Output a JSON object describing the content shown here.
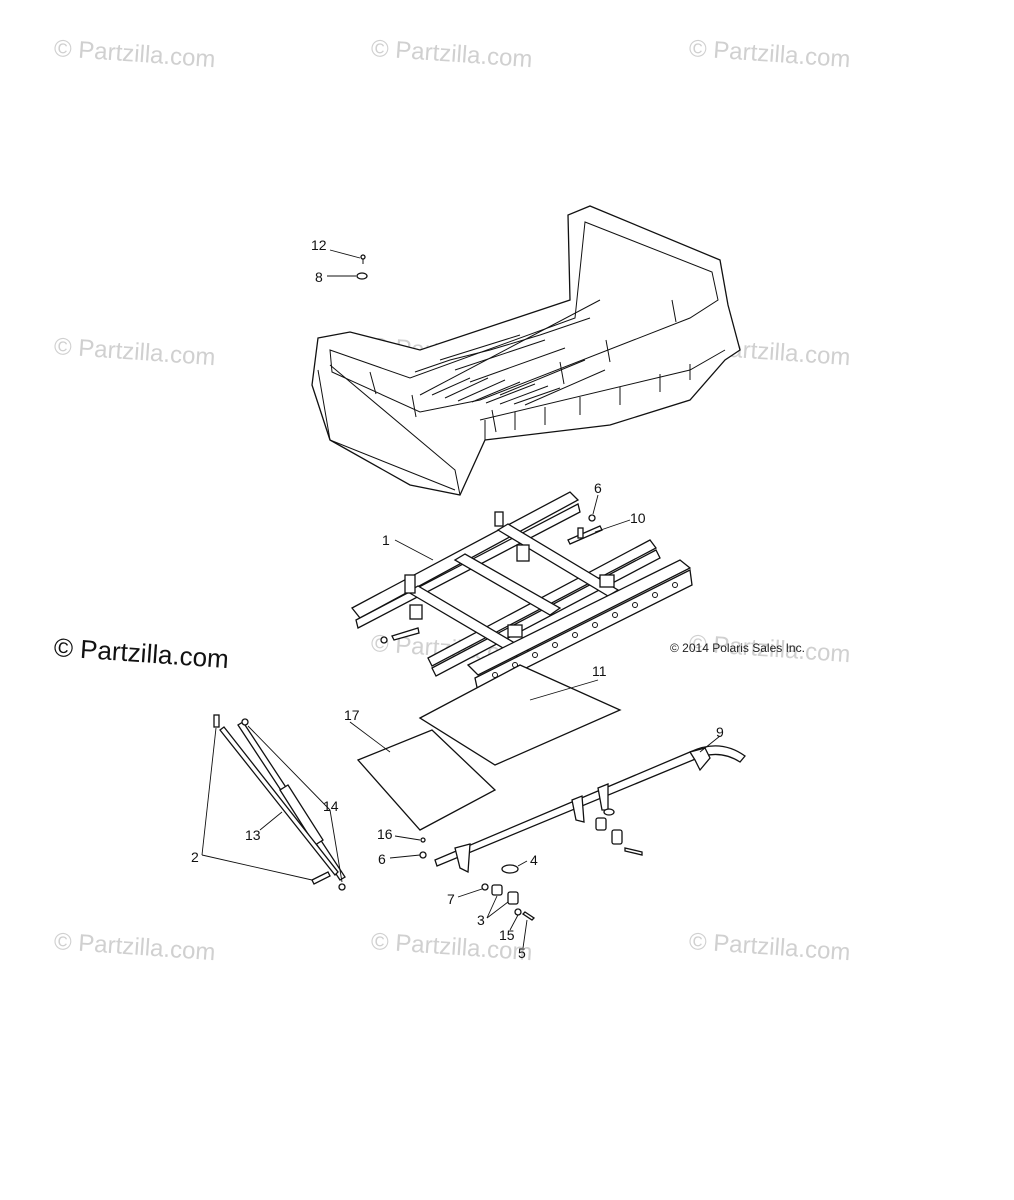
{
  "watermark": "© Partzilla.com",
  "watermark_main": "© Partzilla.com",
  "copyright": "© 2014 Polaris Sales Inc.",
  "callouts": {
    "c1": "1",
    "c2": "2",
    "c3": "3",
    "c4": "4",
    "c5": "5",
    "c6a": "6",
    "c6b": "6",
    "c7": "7",
    "c8": "8",
    "c9": "9",
    "c10": "10",
    "c11": "11",
    "c12": "12",
    "c13": "13",
    "c14": "14",
    "c15": "15",
    "c16": "16",
    "c17": "17"
  }
}
